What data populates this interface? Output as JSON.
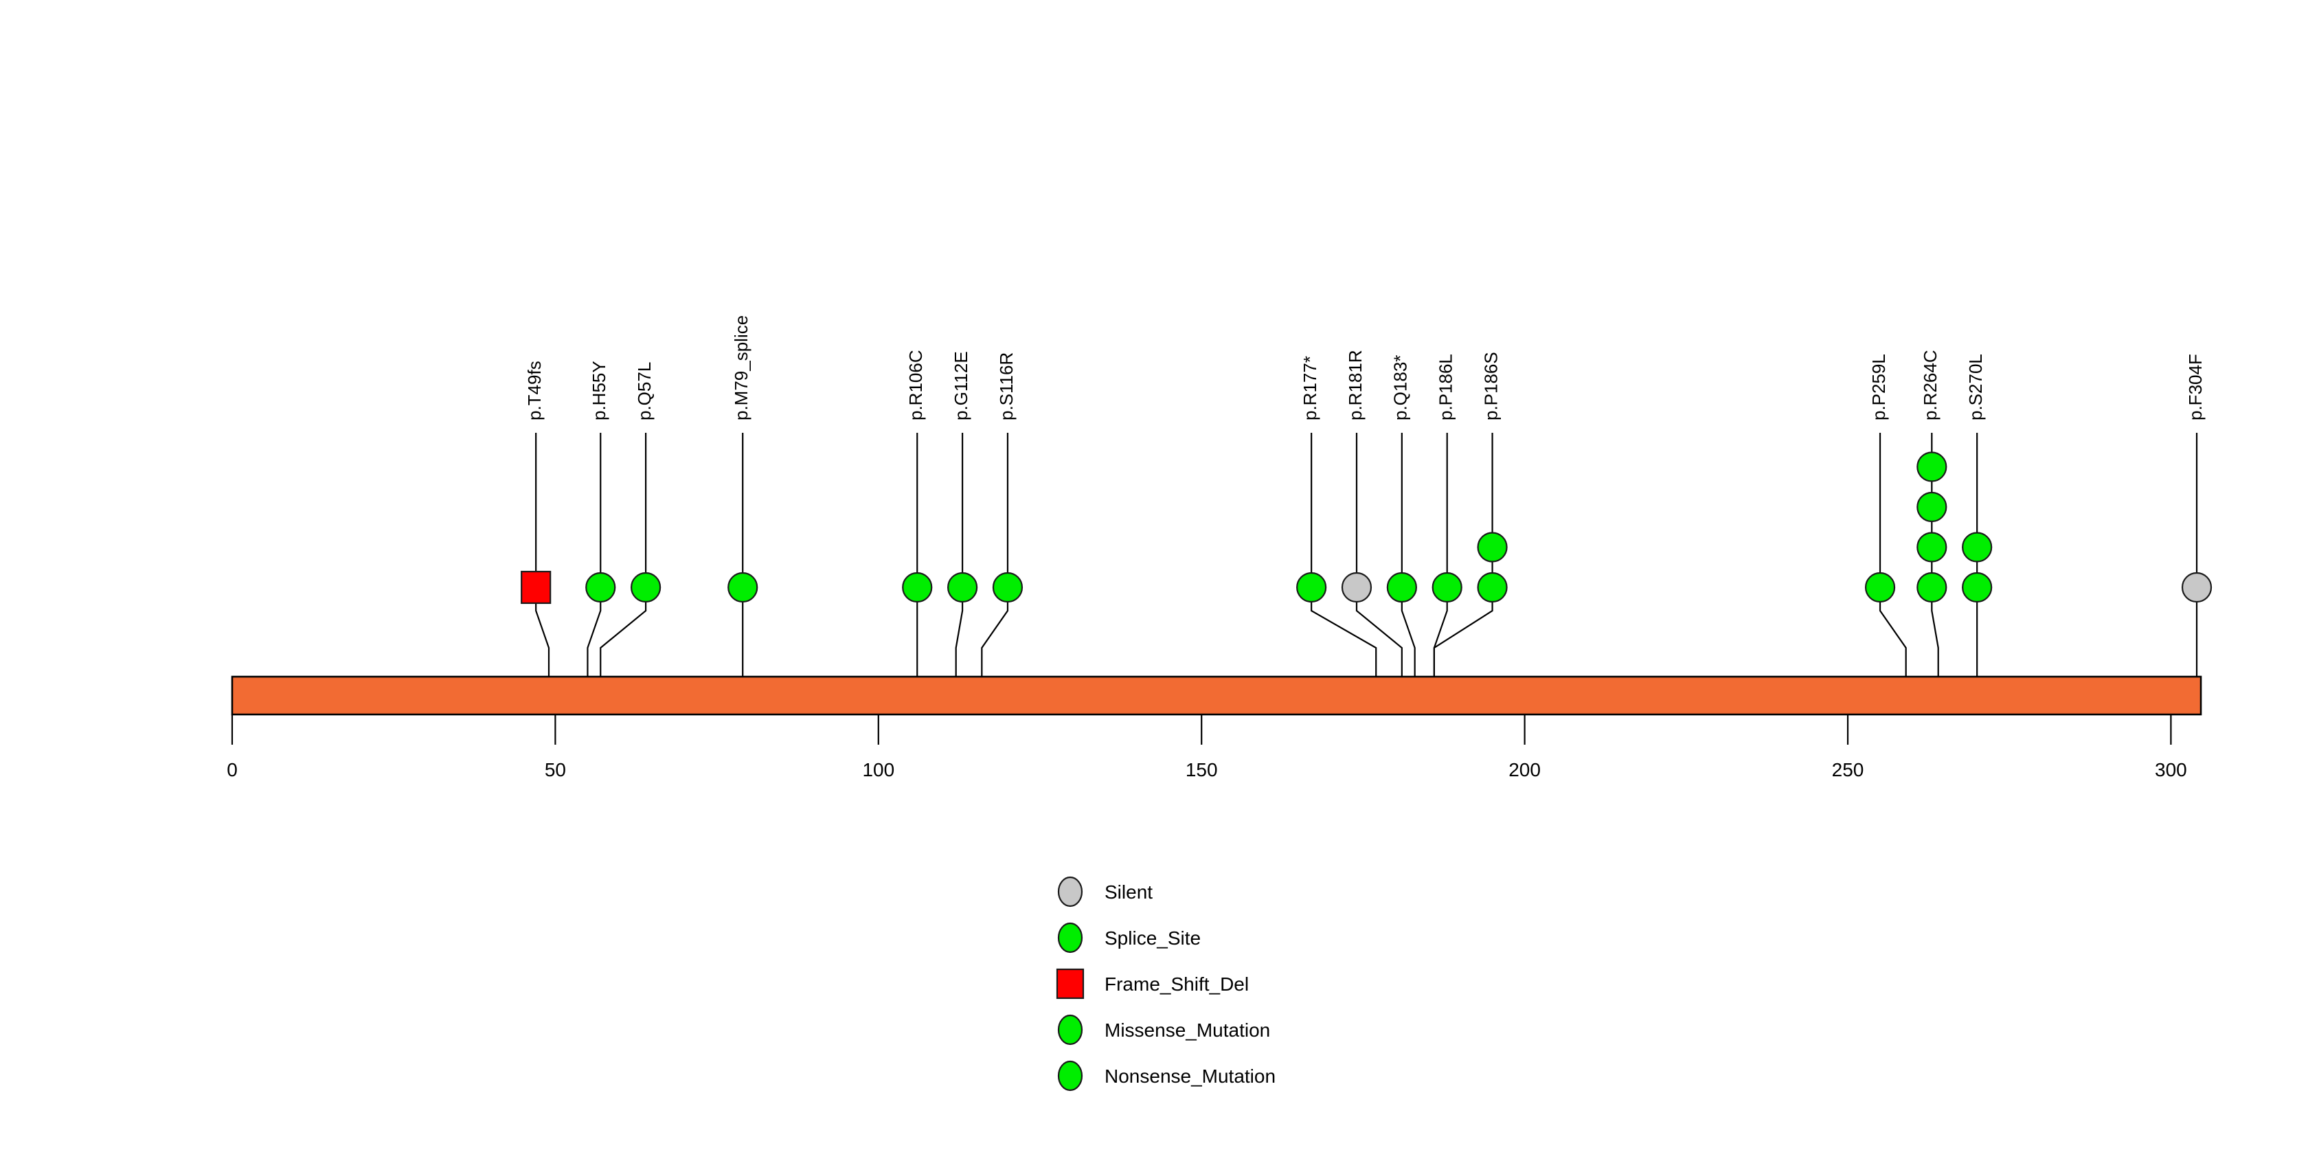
{
  "chart_data": {
    "type": "lollipop",
    "title": "",
    "xlabel": "",
    "ylabel": "",
    "xlim": [
      0,
      304
    ],
    "axis_ticks": [
      {
        "value": 0,
        "label": "0"
      },
      {
        "value": 50,
        "label": "50"
      },
      {
        "value": 100,
        "label": "100"
      },
      {
        "value": 150,
        "label": "150"
      },
      {
        "value": 200,
        "label": "200"
      },
      {
        "value": 250,
        "label": "250"
      },
      {
        "value": 300,
        "label": "300"
      }
    ],
    "protein_length": 304,
    "domain_track": {
      "name": "protein-backbone",
      "start": 0,
      "end": 304,
      "color": "#F26B33"
    },
    "grid": false,
    "legend_position": "bottom-center",
    "mutations": [
      {
        "label": "p.T49fs",
        "position": 49,
        "label_position": 47,
        "count": 1,
        "type": "Frame_Shift_Del",
        "shape": "square",
        "color": "#FF0000"
      },
      {
        "label": "p.H55Y",
        "position": 55,
        "label_position": 57,
        "count": 1,
        "type": "Missense_Mutation",
        "shape": "circle",
        "color": "#00EE00"
      },
      {
        "label": "p.Q57L",
        "position": 57,
        "label_position": 64,
        "count": 1,
        "type": "Missense_Mutation",
        "shape": "circle",
        "color": "#00EE00"
      },
      {
        "label": "p.M79_splice",
        "position": 79,
        "label_position": 79,
        "count": 1,
        "type": "Splice_Site",
        "shape": "circle",
        "color": "#00EE00"
      },
      {
        "label": "p.R106C",
        "position": 106,
        "label_position": 106,
        "count": 1,
        "type": "Missense_Mutation",
        "shape": "circle",
        "color": "#00EE00"
      },
      {
        "label": "p.G112E",
        "position": 112,
        "label_position": 113,
        "count": 1,
        "type": "Missense_Mutation",
        "shape": "circle",
        "color": "#00EE00"
      },
      {
        "label": "p.S116R",
        "position": 116,
        "label_position": 120,
        "count": 1,
        "type": "Missense_Mutation",
        "shape": "circle",
        "color": "#00EE00"
      },
      {
        "label": "p.R177*",
        "position": 177,
        "label_position": 167,
        "count": 1,
        "type": "Nonsense_Mutation",
        "shape": "circle",
        "color": "#00EE00"
      },
      {
        "label": "p.R181R",
        "position": 181,
        "label_position": 174,
        "count": 1,
        "type": "Silent",
        "shape": "circle",
        "color": "#C8C8C8"
      },
      {
        "label": "p.Q183*",
        "position": 183,
        "label_position": 181,
        "count": 1,
        "type": "Nonsense_Mutation",
        "shape": "circle",
        "color": "#00EE00"
      },
      {
        "label": "p.P186L",
        "position": 186,
        "label_position": 188,
        "count": 1,
        "type": "Missense_Mutation",
        "shape": "circle",
        "color": "#00EE00"
      },
      {
        "label": "p.P186S",
        "position": 186,
        "label_position": 195,
        "count": 2,
        "type": "Missense_Mutation",
        "shape": "circle",
        "color": "#00EE00"
      },
      {
        "label": "p.P259L",
        "position": 259,
        "label_position": 255,
        "count": 1,
        "type": "Missense_Mutation",
        "shape": "circle",
        "color": "#00EE00"
      },
      {
        "label": "p.R264C",
        "position": 264,
        "label_position": 263,
        "count": 4,
        "type": "Missense_Mutation",
        "shape": "circle",
        "color": "#00EE00"
      },
      {
        "label": "p.S270L",
        "position": 270,
        "label_position": 270,
        "count": 2,
        "type": "Missense_Mutation",
        "shape": "circle",
        "color": "#00EE00"
      },
      {
        "label": "p.F304F",
        "position": 304,
        "label_position": 304,
        "count": 1,
        "type": "Silent",
        "shape": "circle",
        "color": "#C8C8C8"
      }
    ],
    "legend": [
      {
        "label": "Silent",
        "color": "#C8C8C8",
        "shape": "circle"
      },
      {
        "label": "Splice_Site",
        "color": "#00EE00",
        "shape": "circle"
      },
      {
        "label": "Frame_Shift_Del",
        "color": "#FF0000",
        "shape": "square"
      },
      {
        "label": "Missense_Mutation",
        "color": "#00EE00",
        "shape": "circle"
      },
      {
        "label": "Nonsense_Mutation",
        "color": "#00EE00",
        "shape": "circle"
      }
    ]
  }
}
